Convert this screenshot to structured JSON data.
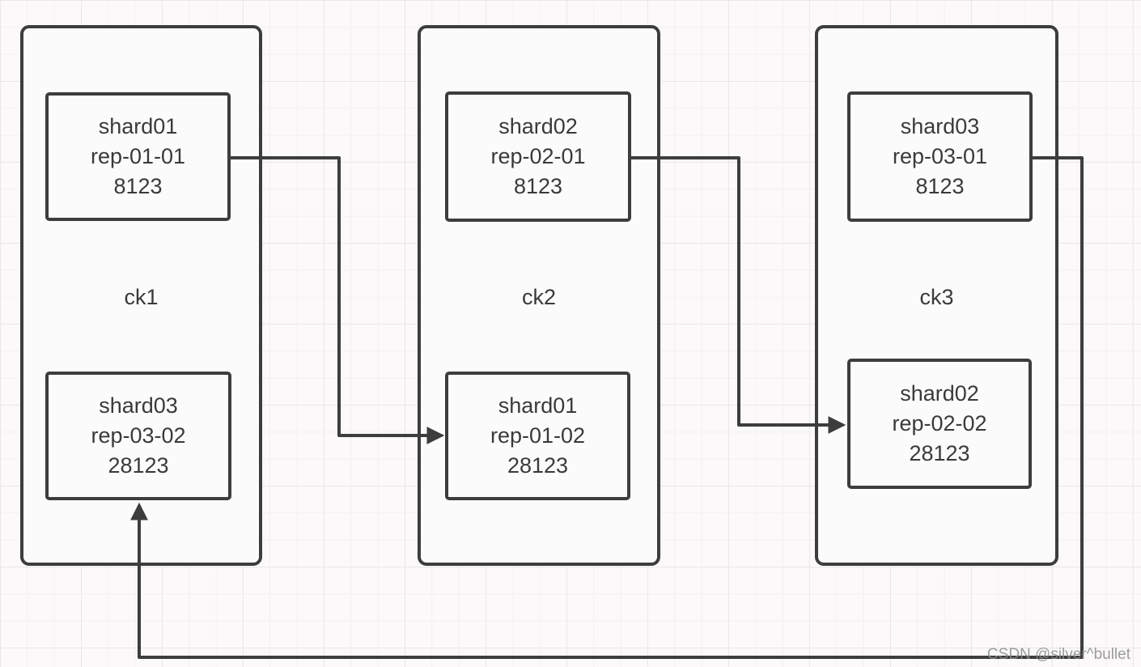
{
  "diagram": {
    "watermark": "CSDN @silver^bullet",
    "colors": {
      "line": "#3d3d3d",
      "box_fill": "#fcfbfc",
      "text": "#3a3a3a",
      "grid_major": "#e9e7ea",
      "grid_minor": "#f2f0f2",
      "background": "#fbf9fa",
      "watermark": "#8c8c8c"
    },
    "clusters": [
      {
        "label": "ck1",
        "top_box": {
          "shard": "shard01",
          "replica": "rep-01-01",
          "port": "8123"
        },
        "bottom_box": {
          "shard": "shard03",
          "replica": "rep-03-02",
          "port": "28123"
        }
      },
      {
        "label": "ck2",
        "top_box": {
          "shard": "shard02",
          "replica": "rep-02-01",
          "port": "8123"
        },
        "bottom_box": {
          "shard": "shard01",
          "replica": "rep-01-02",
          "port": "28123"
        }
      },
      {
        "label": "ck3",
        "top_box": {
          "shard": "shard03",
          "replica": "rep-03-01",
          "port": "8123"
        },
        "bottom_box": {
          "shard": "shard02",
          "replica": "rep-02-02",
          "port": "28123"
        }
      }
    ],
    "connections": [
      {
        "from": "ck1 shard01 rep-01-01",
        "to": "ck2 shard01 rep-01-02"
      },
      {
        "from": "ck2 shard02 rep-02-01",
        "to": "ck3 shard02 rep-02-02"
      },
      {
        "from": "ck3 shard03 rep-03-01",
        "to": "ck1 shard03 rep-03-02"
      }
    ]
  }
}
